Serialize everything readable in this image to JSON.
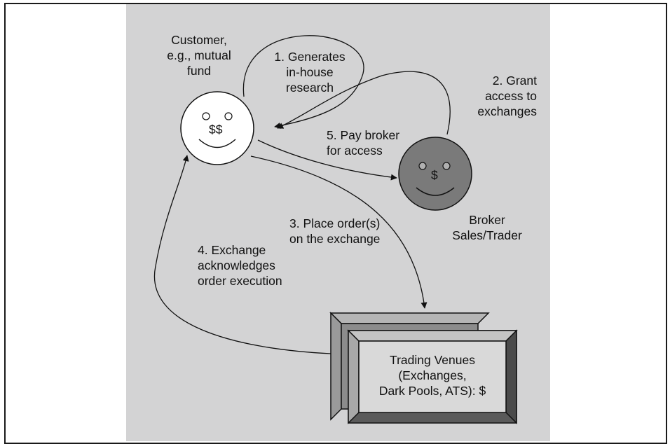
{
  "diagram": {
    "customer": {
      "lines": [
        "Customer,",
        "e.g., mutual",
        "fund"
      ],
      "face_symbol": "$$"
    },
    "broker": {
      "lines": [
        "Broker",
        "Sales/Trader"
      ],
      "face_symbol": "$"
    },
    "venue": {
      "lines": [
        "Trading Venues",
        "(Exchanges,",
        "Dark Pools, ATS): $"
      ]
    },
    "steps": {
      "s1": [
        "1. Generates",
        "in-house",
        "research"
      ],
      "s2": [
        "2. Grant",
        "access to",
        "exchanges"
      ],
      "s3": [
        "3. Place order(s)",
        "on the exchange"
      ],
      "s4": [
        "4. Exchange",
        "acknowledges",
        "order execution"
      ],
      "s5": [
        "5. Pay broker",
        "for access"
      ]
    },
    "colors": {
      "panel": "#d3d3d4",
      "customer_face": "#ffffff",
      "broker_face": "#7a7a7a",
      "venue_front": "#8a8a8a",
      "venue_inner": "#d9d9d9"
    }
  }
}
